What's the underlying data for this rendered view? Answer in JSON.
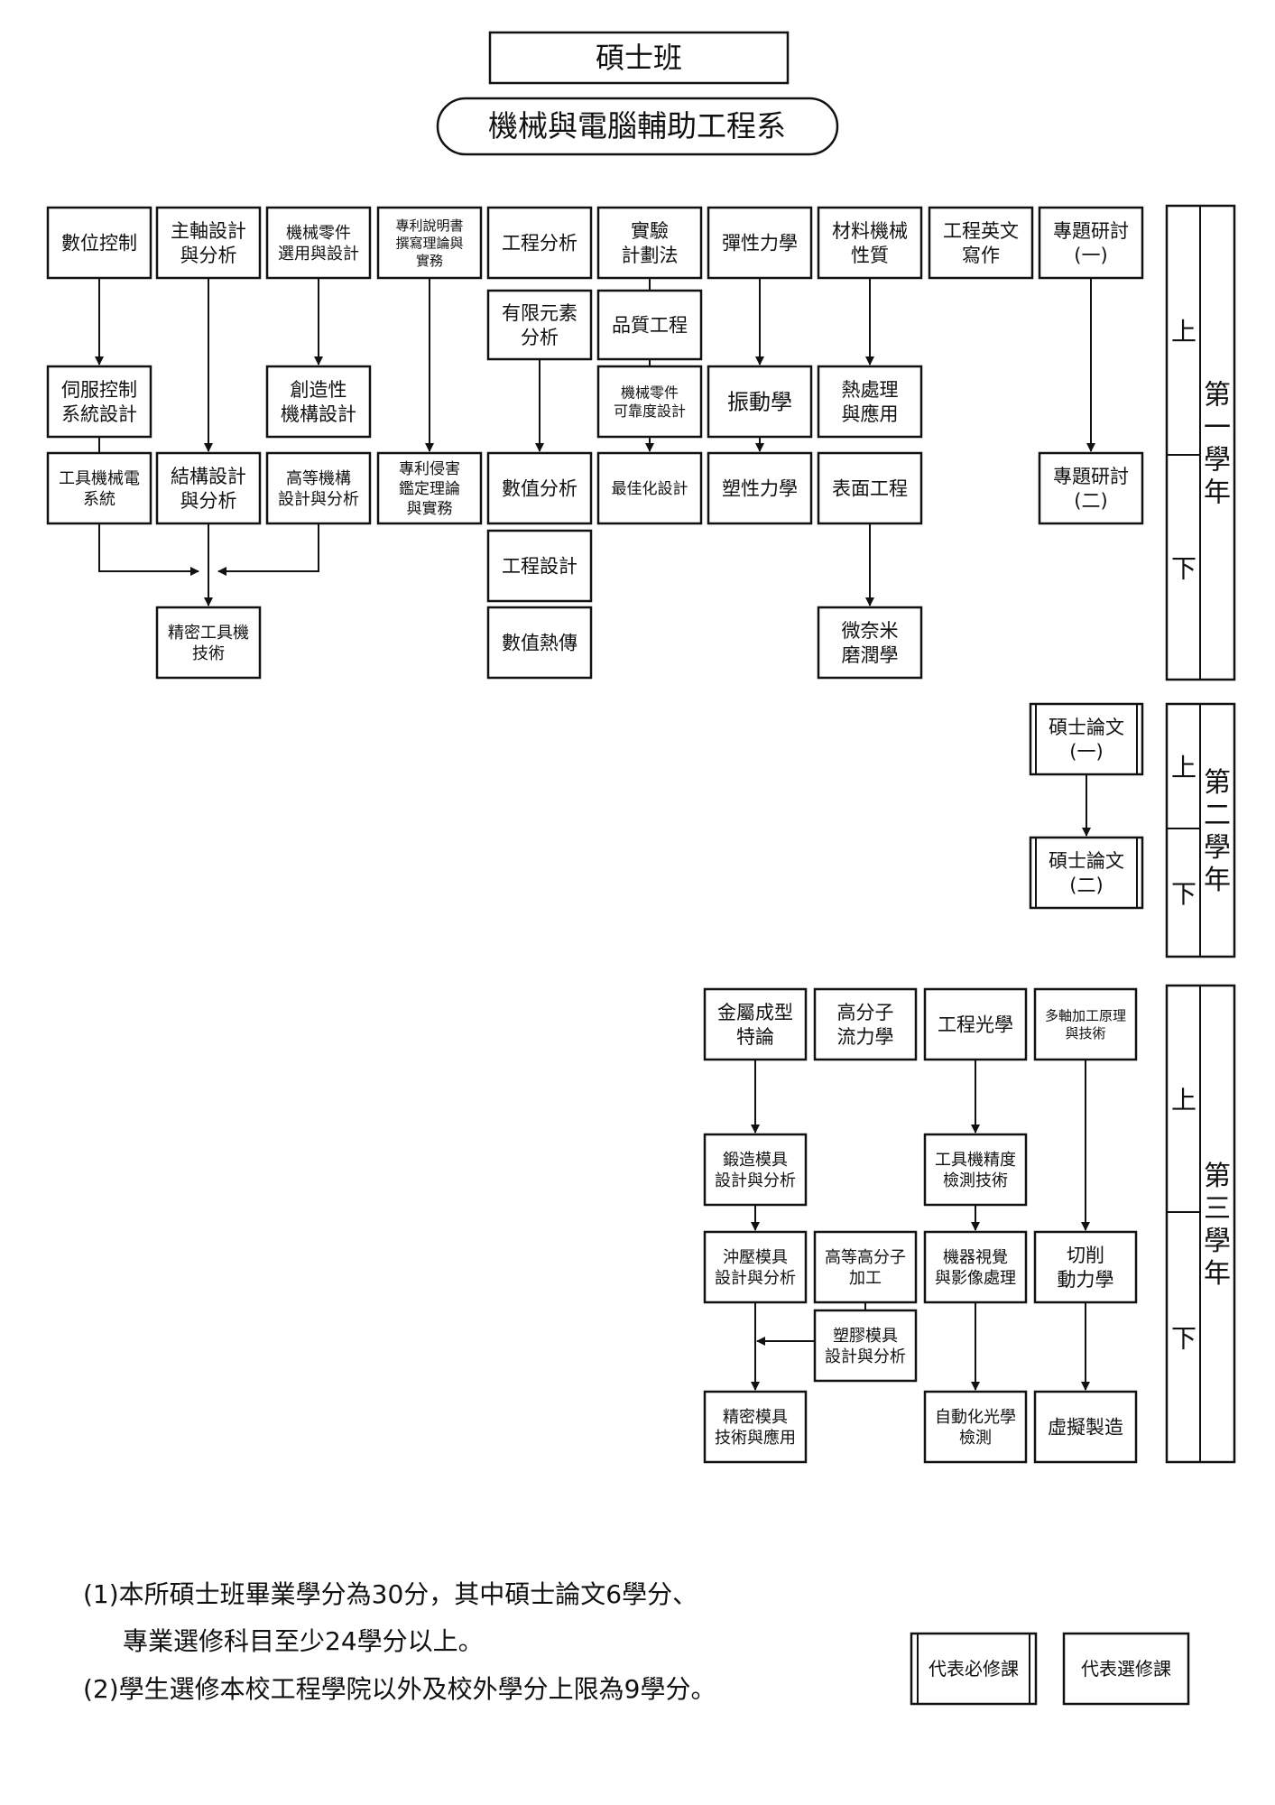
{
  "header": {
    "degree": "碩士班",
    "department": "機械與電腦輔助工程系"
  },
  "year_labels": {
    "y1": "第一學年",
    "y2": "第二學年",
    "y3": "第三學年",
    "upper": "上",
    "lower": "下"
  },
  "courses": [
    {
      "id": "c_digital_control",
      "text": [
        "數位控制"
      ]
    },
    {
      "id": "c_spindle",
      "text": [
        "主軸設計",
        "與分析"
      ]
    },
    {
      "id": "c_mach_parts",
      "text": [
        "機械零件",
        "選用與設計"
      ]
    },
    {
      "id": "c_patent_spec",
      "text": [
        "專利說明書",
        "撰寫理論與",
        "實務"
      ]
    },
    {
      "id": "c_eng_analysis",
      "text": [
        "工程分析"
      ]
    },
    {
      "id": "c_exp_plan",
      "text": [
        "實驗",
        "計劃法"
      ]
    },
    {
      "id": "c_elasticity",
      "text": [
        "彈性力學"
      ]
    },
    {
      "id": "c_mat_mech",
      "text": [
        "材料機械",
        "性質"
      ]
    },
    {
      "id": "c_eng_english",
      "text": [
        "工程英文",
        "寫作"
      ]
    },
    {
      "id": "c_seminar1",
      "text": [
        "專題研討",
        "(一)"
      ]
    },
    {
      "id": "c_fem",
      "text": [
        "有限元素",
        "分析"
      ]
    },
    {
      "id": "c_quality",
      "text": [
        "品質工程"
      ]
    },
    {
      "id": "c_servo",
      "text": [
        "伺服控制",
        "系統設計"
      ]
    },
    {
      "id": "c_creative",
      "text": [
        "創造性",
        "機構設計"
      ]
    },
    {
      "id": "c_reliability",
      "text": [
        "機械零件",
        "可靠度設計"
      ]
    },
    {
      "id": "c_vibration",
      "text": [
        "振動學"
      ]
    },
    {
      "id": "c_heat_treat",
      "text": [
        "熱處理",
        "與應用"
      ]
    },
    {
      "id": "c_tool_elec",
      "text": [
        "工具機械電",
        "系統"
      ]
    },
    {
      "id": "c_struct",
      "text": [
        "結構設計",
        "與分析"
      ]
    },
    {
      "id": "c_adv_mech",
      "text": [
        "高等機構",
        "設計與分析"
      ]
    },
    {
      "id": "c_patent_inf",
      "text": [
        "專利侵害",
        "鑑定理論",
        "與實務"
      ]
    },
    {
      "id": "c_numerical",
      "text": [
        "數值分析"
      ]
    },
    {
      "id": "c_optimize",
      "text": [
        "最佳化設計"
      ]
    },
    {
      "id": "c_plasticity",
      "text": [
        "塑性力學"
      ]
    },
    {
      "id": "c_surface",
      "text": [
        "表面工程"
      ]
    },
    {
      "id": "c_seminar2",
      "text": [
        "專題研討",
        "(二)"
      ]
    },
    {
      "id": "c_eng_design",
      "text": [
        "工程設計"
      ]
    },
    {
      "id": "c_precision_tool",
      "text": [
        "精密工具機",
        "技術"
      ]
    },
    {
      "id": "c_num_heat",
      "text": [
        "數值熱傳"
      ]
    },
    {
      "id": "c_tribology",
      "text": [
        "微奈米",
        "磨潤學"
      ]
    },
    {
      "id": "c_thesis1",
      "text": [
        "碩士論文",
        "(一)"
      ]
    },
    {
      "id": "c_thesis2",
      "text": [
        "碩士論文",
        "(二)"
      ]
    },
    {
      "id": "c_metal_forming",
      "text": [
        "金屬成型",
        "特論"
      ]
    },
    {
      "id": "c_polymer_fluid",
      "text": [
        "高分子",
        "流力學"
      ]
    },
    {
      "id": "c_eng_optics",
      "text": [
        "工程光學"
      ]
    },
    {
      "id": "c_multiaxis",
      "text": [
        "多軸加工原理",
        "與技術"
      ]
    },
    {
      "id": "c_forging",
      "text": [
        "鍛造模具",
        "設計與分析"
      ]
    },
    {
      "id": "c_tool_precision",
      "text": [
        "工具機精度",
        "檢測技術"
      ]
    },
    {
      "id": "c_stamping",
      "text": [
        "沖壓模具",
        "設計與分析"
      ]
    },
    {
      "id": "c_adv_polymer",
      "text": [
        "高等高分子",
        "加工"
      ]
    },
    {
      "id": "c_machine_vision",
      "text": [
        "機器視覺",
        "與影像處理"
      ]
    },
    {
      "id": "c_cutting",
      "text": [
        "切削",
        "動力學"
      ]
    },
    {
      "id": "c_plastic_mold",
      "text": [
        "塑膠模具",
        "設計與分析"
      ]
    },
    {
      "id": "c_precision_mold",
      "text": [
        "精密模具",
        "技術與應用"
      ]
    },
    {
      "id": "c_auto_optical",
      "text": [
        "自動化光學",
        "檢測"
      ]
    },
    {
      "id": "c_virtual_mfg",
      "text": [
        "虛擬製造"
      ]
    }
  ],
  "notes": [
    "(1)本所碩士班畢業學分為30分，其中碩士論文6學分、",
    "專業選修科目至少24學分以上。",
    "(2)學生選修本校工程學院以外及校外學分上限為9學分。"
  ],
  "legend": {
    "required": "代表必修課",
    "elective": "代表選修課"
  }
}
